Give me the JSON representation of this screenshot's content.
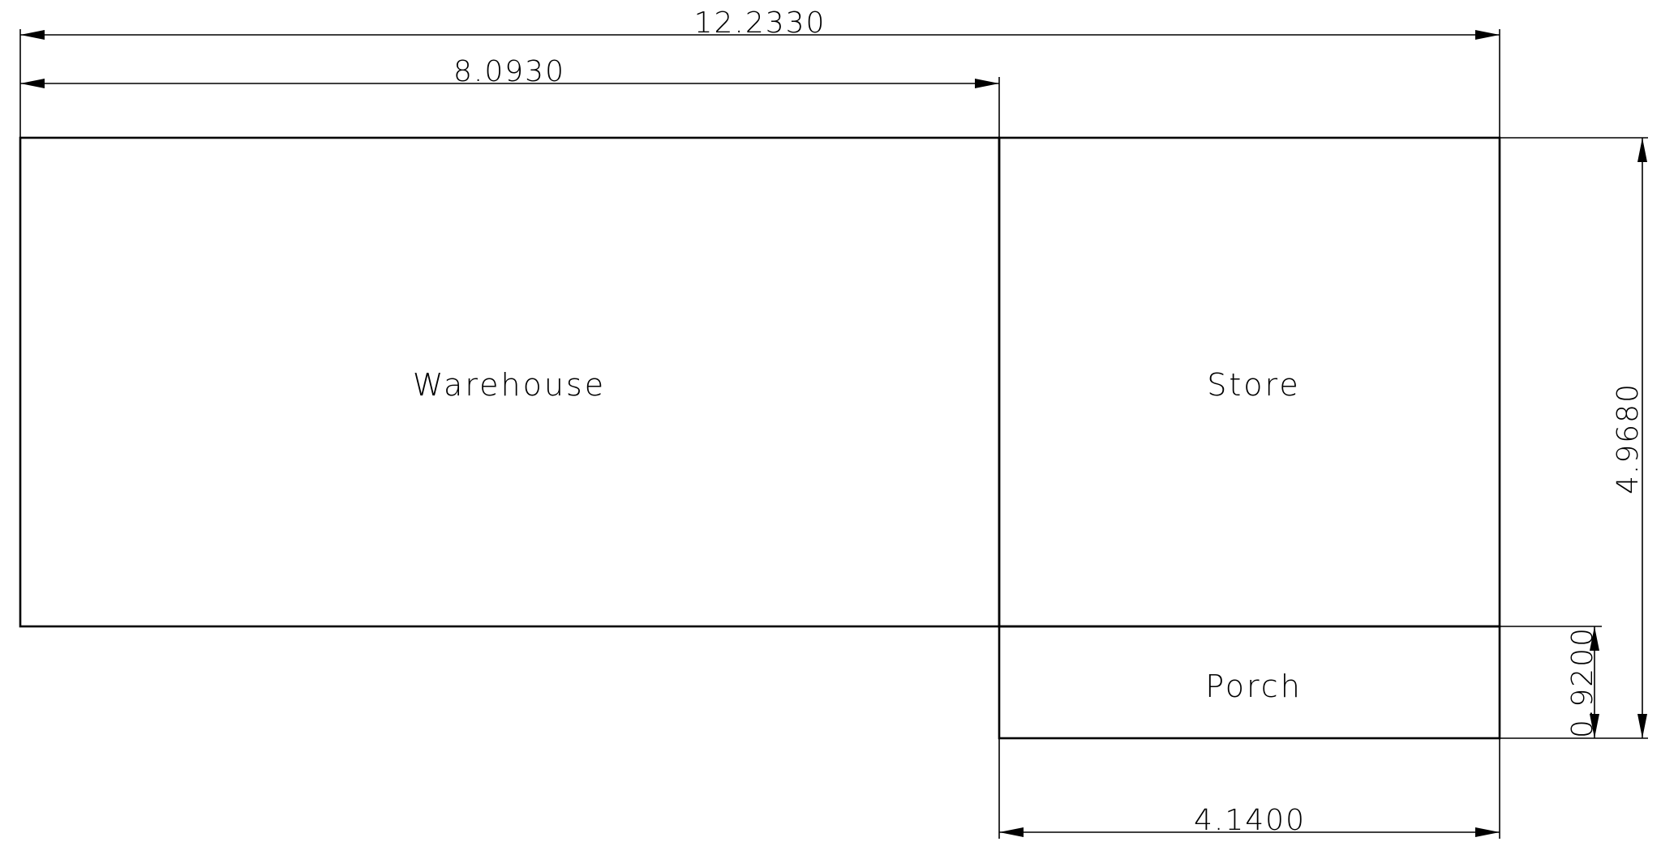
{
  "rooms": {
    "warehouse": "Warehouse",
    "store": "Store",
    "porch": "Porch"
  },
  "dimensions": {
    "overall_width": "12.2330",
    "warehouse_width": "8.0930",
    "store_width": "4.1400",
    "store_height": "4.9680",
    "porch_height": "0.9200"
  }
}
